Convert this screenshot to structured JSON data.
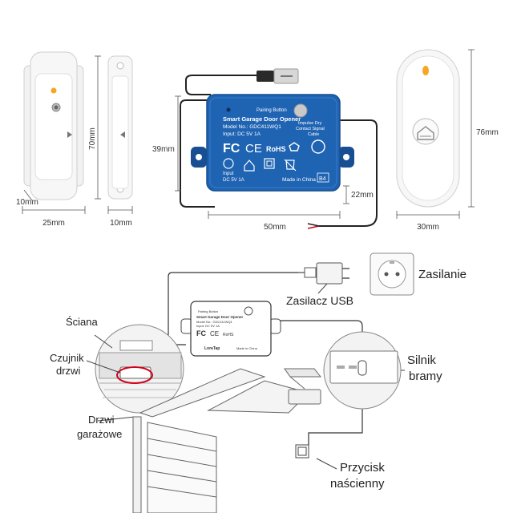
{
  "dimensions": {
    "sensor_height": "70mm",
    "sensor_thickness": "10mm",
    "sensor_width": "25mm",
    "magnet_width": "10mm",
    "box_height": "39mm",
    "box_width": "50mm",
    "box_depth": "22mm",
    "remote_height": "76mm",
    "remote_width": "30mm"
  },
  "device": {
    "title": "Smart Garage Door Opener",
    "model": "Model No.: GDC411WQ1",
    "input": "Input: DC 5V 1A",
    "pairing": "Pairing Button",
    "impulse": "Impulse Dry",
    "contact": "Contact Signal",
    "cable": "Cable",
    "input2": "Input",
    "input2_value": "DC 5V 1A",
    "made_in": "Made in China",
    "code": "B4",
    "brand": "LoraTap",
    "fc": "FC",
    "ce": "CE",
    "rohs": "RoHS"
  },
  "labels": {
    "power": "Zasilanie",
    "usb_supply": "Zasilacz USB",
    "wall": "Ściana",
    "door_sensor_1": "Czujnik",
    "door_sensor_2": "drzwi",
    "garage_door_1": "Drzwi",
    "garage_door_2": "garażowe",
    "motor_1": "Silnik",
    "motor_2": "bramy",
    "wall_button_1": "Przycisk",
    "wall_button_2": "naścienny"
  },
  "colors": {
    "device_blue": "#1f63b3",
    "device_blue_dark": "#174f92",
    "led_orange": "#f5a623",
    "line": "#333333",
    "red_highlight": "#d0021b"
  }
}
